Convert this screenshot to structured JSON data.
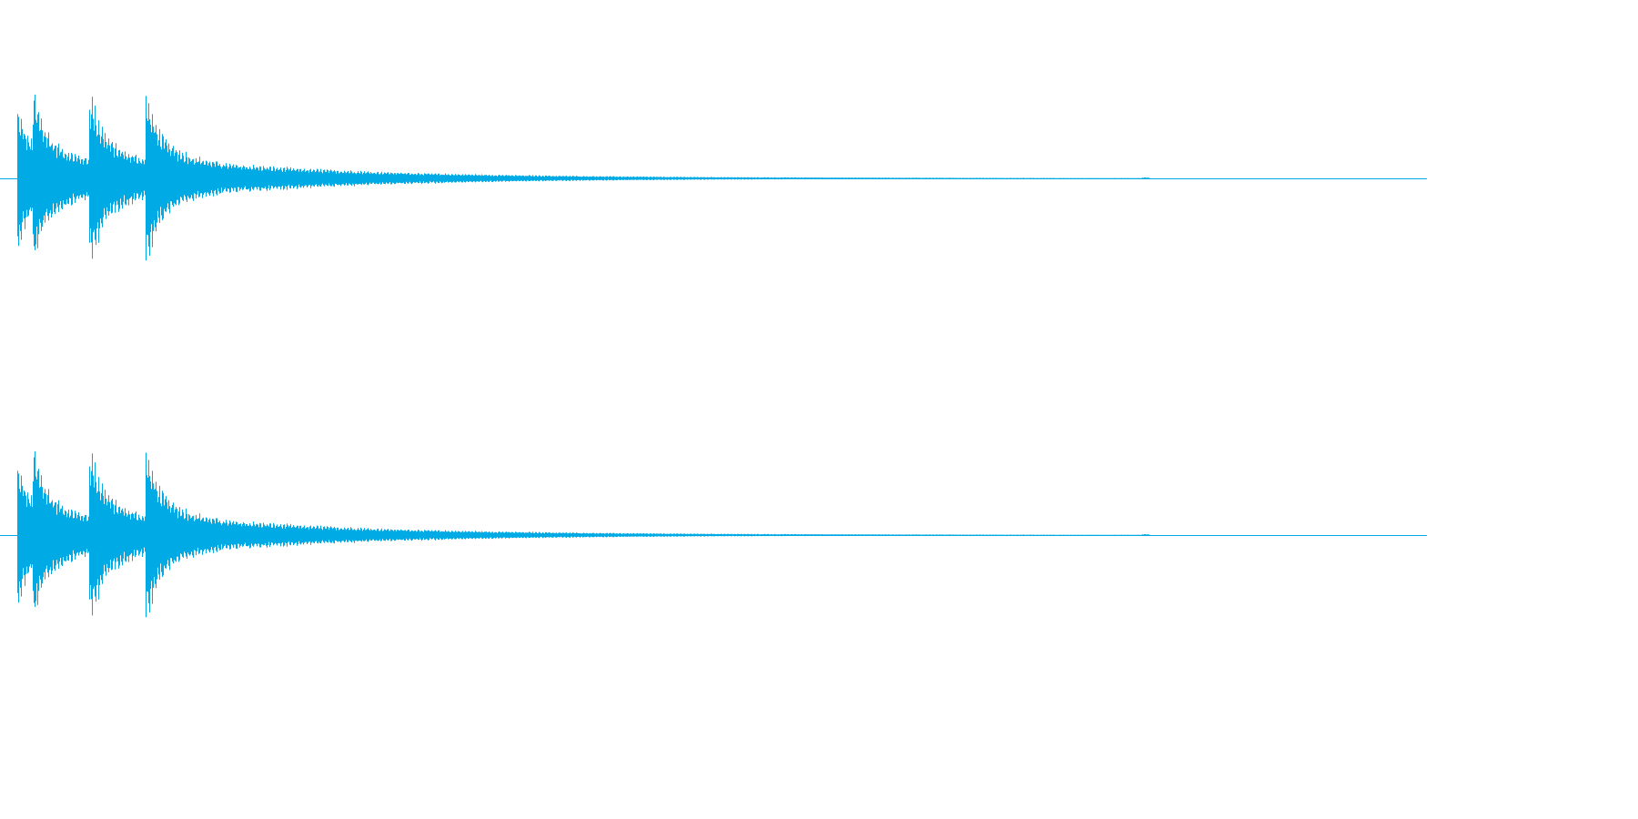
{
  "waveform": {
    "color": "#00aae4",
    "channels": [
      {
        "label": ""
      },
      {
        "label": ""
      }
    ],
    "envelope": {
      "peaks": [
        {
          "t": 0.013,
          "amp": 0.8
        },
        {
          "t": 0.024,
          "amp": 1.0
        },
        {
          "t": 0.064,
          "amp": 1.0
        },
        {
          "t": 0.103,
          "amp": 1.0
        }
      ],
      "sustain_end": 0.8,
      "tail_end": 0.805
    }
  }
}
